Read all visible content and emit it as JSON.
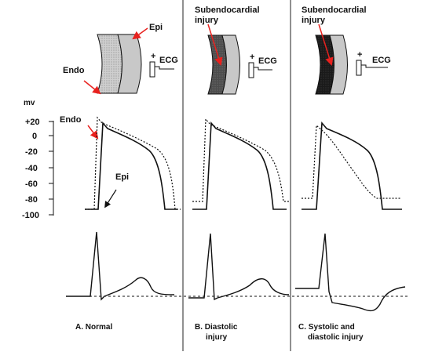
{
  "header": {
    "panel_b": [
      "Subendocardial",
      "injury"
    ],
    "panel_c": [
      "Subendocardial",
      "injury"
    ]
  },
  "tissue_labels": {
    "epi": "Epi",
    "endo": "Endo",
    "ecg": "ECG",
    "plus": "+"
  },
  "action_potential_axis": {
    "unit": "mv",
    "ticks": [
      "+20",
      "0",
      "-20",
      "-40",
      "-60",
      "-80",
      "-100"
    ],
    "endo_label": "Endo",
    "epi_label": "Epi"
  },
  "captions": {
    "a": [
      "A. Normal"
    ],
    "b": [
      "B. Diastolic",
      "injury"
    ],
    "c": [
      "C. Systolic and",
      "diastolic injury"
    ]
  },
  "colors": {
    "arrow_red": "#e8211e",
    "tissue_normal_inner": "#d8d8d8",
    "tissue_normal_outer": "#c2c2c2",
    "tissue_b_inner": "#4f4f4f",
    "tissue_c_inner": "#1c1c1c",
    "line": "#111111"
  }
}
